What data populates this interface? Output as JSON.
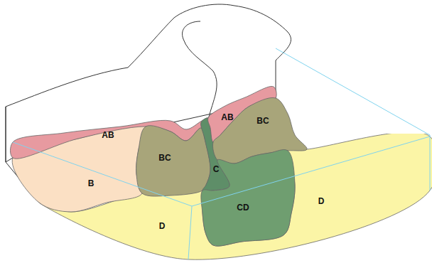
{
  "diagram": {
    "nodes": [
      {
        "text": [
          "D",
          "D"
        ]
      },
      {
        "text": [
          "B"
        ]
      },
      {
        "text": [
          "AB"
        ]
      },
      {
        "text": [
          "BC"
        ]
      },
      {
        "text": [
          "C"
        ]
      },
      {
        "text": [
          "AB"
        ]
      },
      {
        "text": [
          "BC"
        ]
      },
      {
        "text": [
          "CD"
        ]
      }
    ]
  }
}
